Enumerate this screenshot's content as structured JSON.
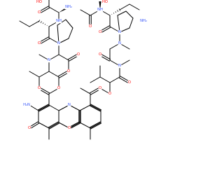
{
  "colors": {
    "oxygen": "#FF0D0D",
    "nitrogen": "#3050F8",
    "carbon": "#000000",
    "background": "#FFFFFF"
  },
  "atom_symbols": {
    "oxygen": "O",
    "nitrogen": "N",
    "amine": "NH",
    "hydroxyl": "HO",
    "amino": "NH₂",
    "amino_left": "H₂N"
  }
}
